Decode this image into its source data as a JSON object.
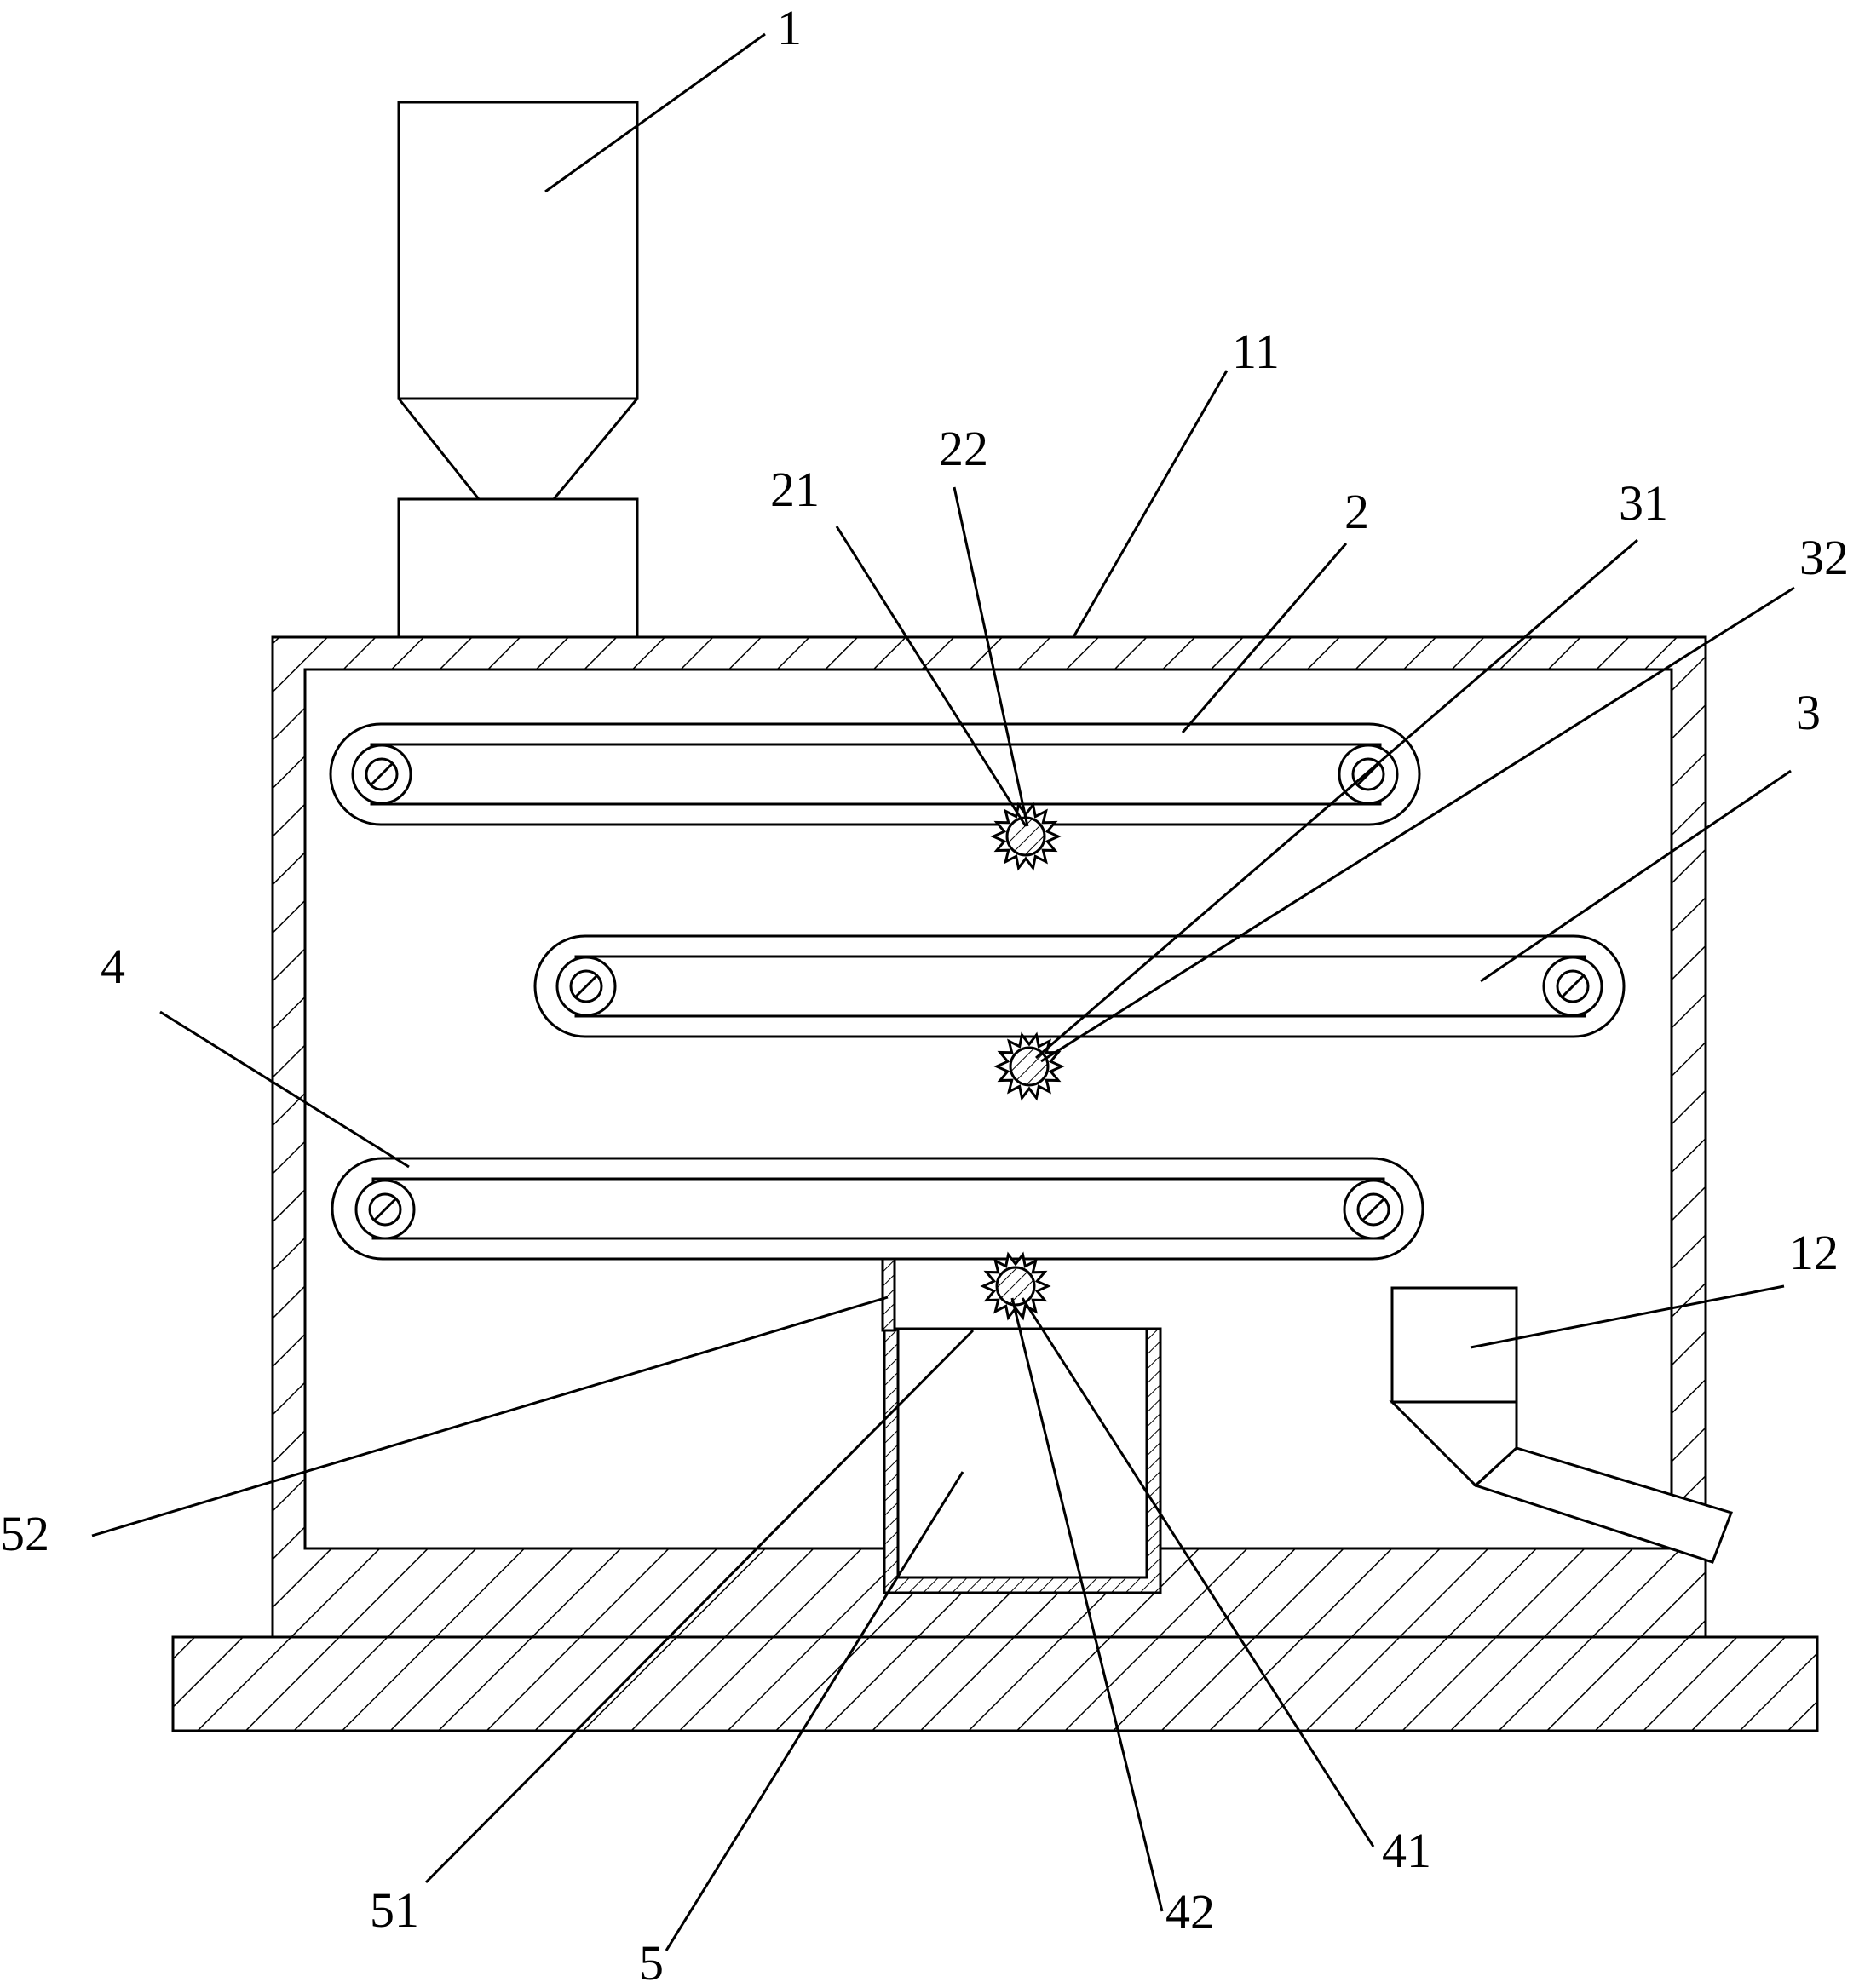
{
  "labels": {
    "l1": "1",
    "l11": "11",
    "l2": "2",
    "l21": "21",
    "l22": "22",
    "l31": "31",
    "l32": "32",
    "l3": "3",
    "l4": "4",
    "l12": "12",
    "l52": "52",
    "l51": "51",
    "l5": "5",
    "l42": "42",
    "l41": "41"
  },
  "colors": {
    "line": "#000000",
    "background": "#ffffff"
  }
}
